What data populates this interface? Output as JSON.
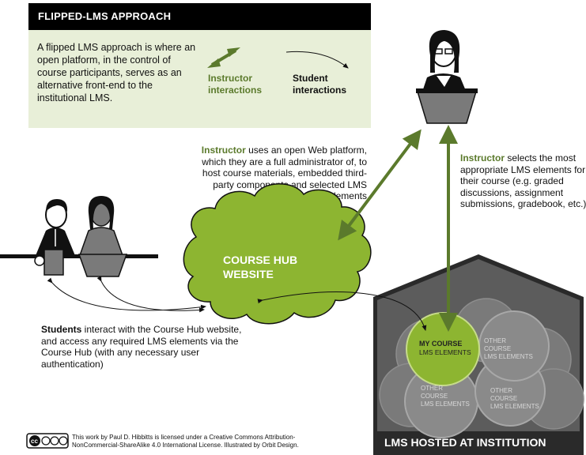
{
  "header": {
    "title": "FLIPPED-LMS APPROACH"
  },
  "intro": {
    "text": "A flipped LMS approach is where an open platform, in the control of course participants, serves as an alternative front-end to the institutional LMS."
  },
  "legend": {
    "instructor_label": "Instructor interactions",
    "student_label": "Student interactions",
    "instructor_color": "#5b7a2c",
    "student_color": "#111111"
  },
  "notes": {
    "instructor_uses_lead": "Instructor",
    "instructor_uses_rest": " uses an open Web platform, which they are a full administrator of, to host course materials, embedded third-party components and selected LMS elements",
    "instructor_selects_lead": "Instructor",
    "instructor_selects_rest": " selects the most appropriate LMS elements for their course (e.g. graded discussions, assignment submissions, gradebook, etc.)",
    "students_lead": "Students",
    "students_rest": " interact with the Course Hub website, and access any required LMS elements via the Course Hub (with any necessary user authentication)"
  },
  "hub": {
    "line1": "COURSE HUB",
    "line2": "WEBSITE",
    "color": "#8db531"
  },
  "lms": {
    "title": "LMS HOSTED AT INSTITUTION",
    "my_course_line1": "MY COURSE",
    "my_course_line2": "LMS ELEMENTS",
    "other_line1": "OTHER",
    "other_line2": "COURSE",
    "other_line3": "LMS ELEMENTS"
  },
  "license": {
    "badge": "cc",
    "text": "This work by Paul D. Hibbitts is licensed under a Creative Commons Attribution-NonCommercial-ShareAlike 4.0 International License. Illustrated by Orbit Design."
  }
}
